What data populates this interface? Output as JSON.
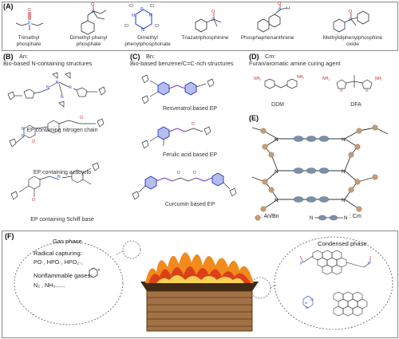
{
  "panelA": {
    "letter": "(A)",
    "compounds": [
      {
        "label": "Trimethyl\nphosphate"
      },
      {
        "label": "Dimethyl phenyl\nphosphate"
      },
      {
        "label": "Dimethyl\nphenylphosphonate"
      },
      {
        "label": "Triazatriphosphinine"
      },
      {
        "label": "Phosphaphenanthrene"
      },
      {
        "label": "Methyldiphenylphosphine\noxide"
      }
    ],
    "atoms": {
      "P": "P",
      "O": "O",
      "H": "H",
      "N": "N",
      "Cl": "Cl"
    }
  },
  "panelB": {
    "letter": "(B)",
    "heading": "An:",
    "subheading": "Bio-based N-containing structures",
    "captions": [
      "EP containing nitrogen chain",
      "EP containing azacyclo",
      "EP containing Schiff base"
    ]
  },
  "panelC": {
    "letter": "(C)",
    "heading": "Bn:",
    "subheading": "Bio-based benzene/C=C-rich structures",
    "captions": [
      "Resveratrol based EP",
      "Ferulic acid based EP",
      "Curcumin based EP"
    ]
  },
  "panelD": {
    "letter": "(D)",
    "heading": "Cm:",
    "subheading": "Furan/aromatic amine curing agent",
    "captions": [
      "DDM",
      "DFA"
    ],
    "amine": "NH₂"
  },
  "panelE": {
    "letter": "(E)",
    "node_label": "N",
    "legend_an_bn": ": An/Bn",
    "legend_cm": ": Cm"
  },
  "panelF": {
    "letter": "(F)",
    "gas_phase": {
      "title": "Gas phase",
      "radical_label": "Radical capturing:",
      "radicals": "PO·, HPO·, HPO₂·,",
      "nonflammable_label": "Nonflammable gases:",
      "gases": "N₂ , NH₃......"
    },
    "condensed_phase": {
      "title": "Condensed phase"
    }
  },
  "colors": {
    "frame": "#8a8a8a",
    "phosphorus": "#1b6fd6",
    "oxygen": "#cc1f1f",
    "ring_blue": "#1a36c9",
    "bead_tan": "#c99b73",
    "bead_blue": "#7c8fa8",
    "flame_orange": "#f28a1c",
    "flame_red": "#d9411b",
    "wood_dark": "#5b3a1c",
    "wood_mid": "#a07245"
  }
}
